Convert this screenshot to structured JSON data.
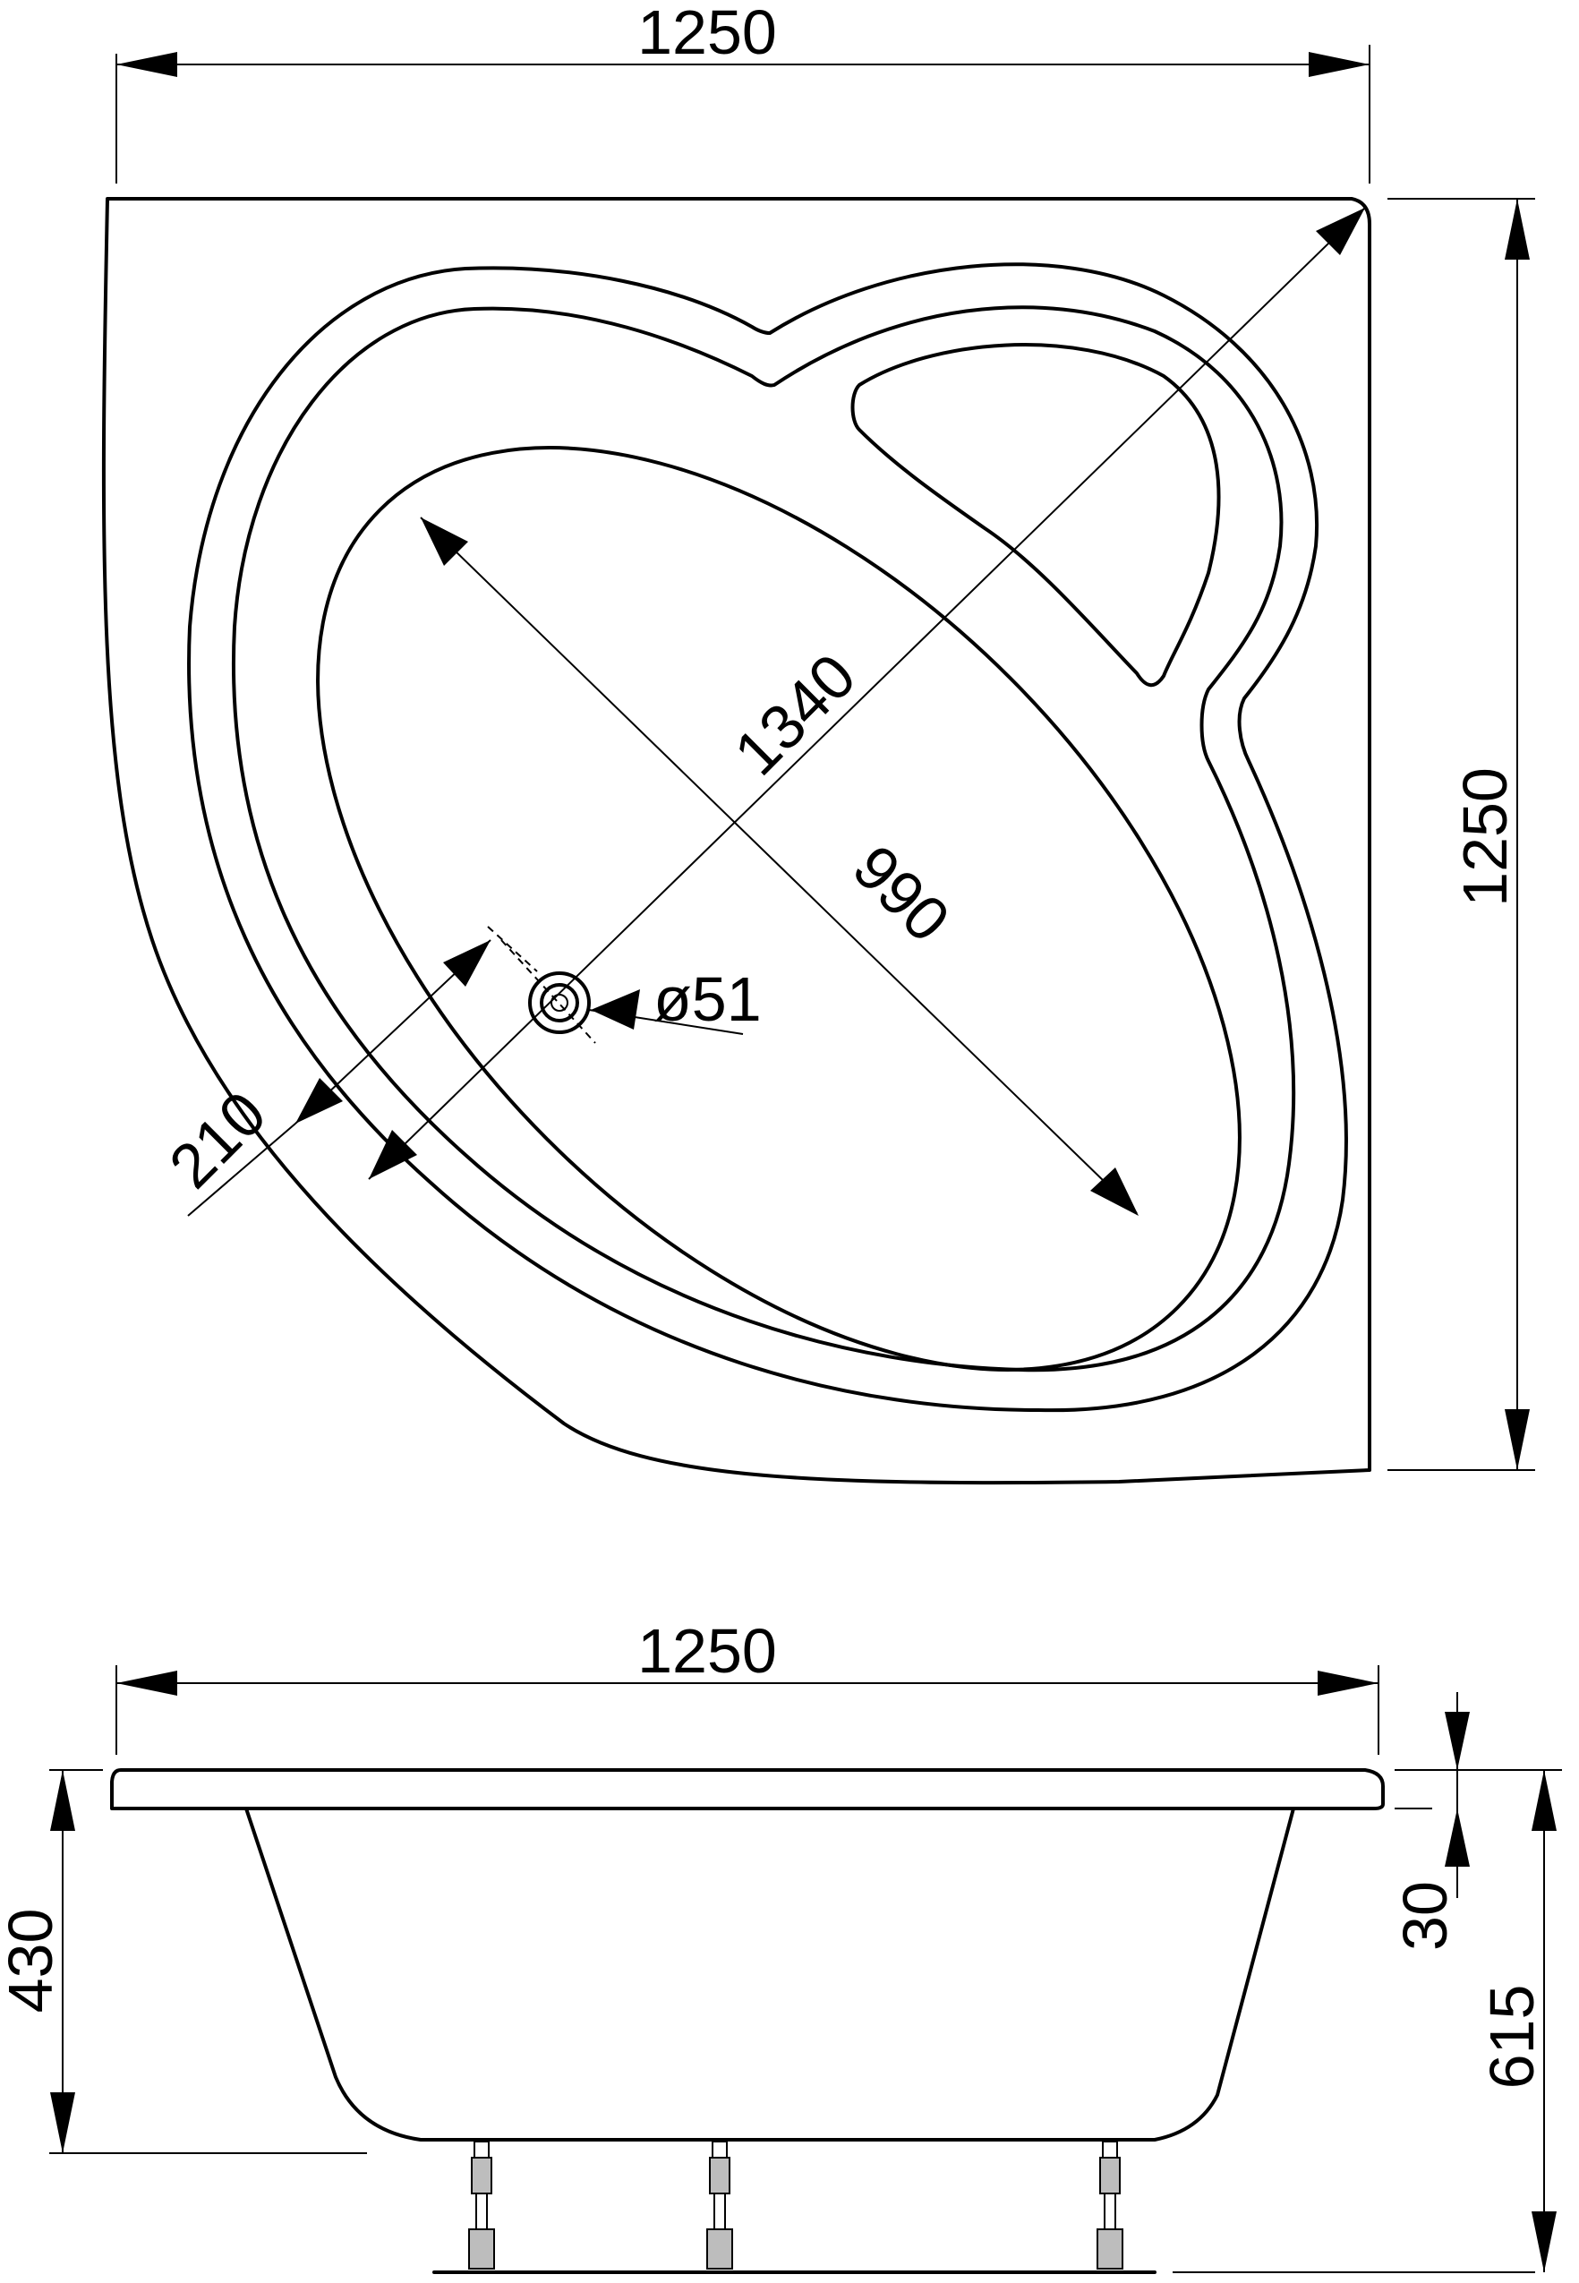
{
  "top_view": {
    "width_label": "1250",
    "height_label": "1250",
    "diagonal_label": "1340",
    "inner_label": "990",
    "offset_label": "210",
    "drain_label": "ø51"
  },
  "side_view": {
    "width_label": "1250",
    "depth_label": "430",
    "rim_label": "30",
    "total_height_label": "615"
  }
}
